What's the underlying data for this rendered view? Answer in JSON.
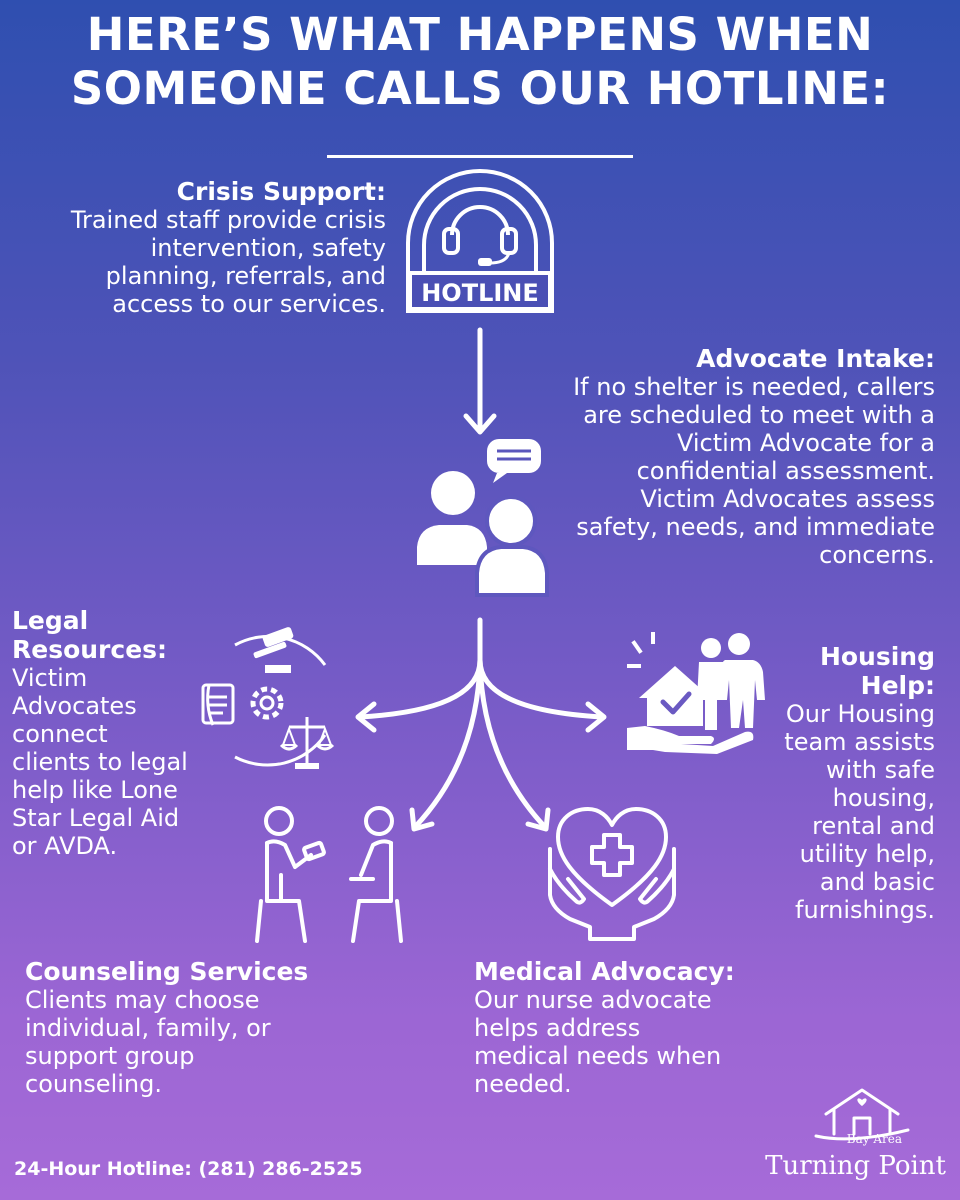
{
  "header": {
    "line1": "HERE’S WHAT HAPPENS WHEN",
    "line2": "SOMEONE CALLS OUR HOTLINE:"
  },
  "sections": {
    "crisis": {
      "title": "Crisis Support:",
      "lines": [
        "Trained staff provide crisis",
        "intervention, safety",
        "planning, referrals, and",
        "access to our services."
      ]
    },
    "intake": {
      "title": "Advocate Intake:",
      "lines": [
        "If no shelter is needed, callers",
        "are scheduled to meet with a",
        "Victim Advocate for a",
        "confidential assessment.",
        "Victim Advocates assess",
        "safety, needs, and immediate",
        "concerns."
      ]
    },
    "legal": {
      "title_lines": [
        "Legal",
        "Resources:"
      ],
      "lines": [
        "Victim",
        "Advocates",
        "connect",
        "clients to legal",
        "help like Lone",
        "Star Legal Aid",
        "or AVDA."
      ]
    },
    "housing": {
      "title_lines": [
        "Housing",
        "Help:"
      ],
      "lines": [
        "Our Housing",
        "team assists",
        "with safe",
        "housing,",
        "rental and",
        "utility help,",
        "and basic",
        "furnishings."
      ]
    },
    "counseling": {
      "title": "Counseling Services",
      "lines": [
        "Clients may choose",
        "individual, family, or",
        "support group",
        "counseling."
      ]
    },
    "medical": {
      "title": "Medical Advocacy:",
      "lines": [
        "Our nurse advocate",
        "helps address",
        "medical needs when",
        "needed."
      ]
    }
  },
  "hotline_badge": "HOTLINE",
  "footer": {
    "hotline": "24-Hour Hotline: (281) 286-2525"
  },
  "logo": {
    "small": "Bay Area",
    "large": "Turning Point"
  },
  "colors": {
    "background_top": "#2f4fb0",
    "background_bottom": "#a66bd8",
    "text": "#ffffff"
  },
  "icons": [
    "headset-icon",
    "advocates-icon",
    "legal-icon",
    "housing-icon",
    "counseling-icon",
    "medical-icon",
    "logo-house-icon"
  ]
}
